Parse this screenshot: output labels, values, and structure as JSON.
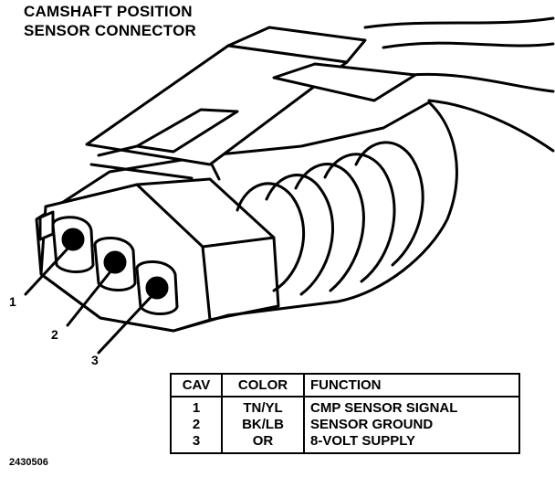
{
  "title": {
    "line1": "CAMSHAFT POSITION",
    "line2": "SENSOR CONNECTOR"
  },
  "callouts": [
    "1",
    "2",
    "3"
  ],
  "figure_id": "2430506",
  "table": {
    "headers": {
      "cav": "CAV",
      "color": "COLOR",
      "function": "FUNCTION"
    },
    "rows": [
      {
        "cav": "1",
        "color": "TN/YL",
        "function": "CMP SENSOR SIGNAL"
      },
      {
        "cav": "2",
        "color": "BK/LB",
        "function": "SENSOR GROUND"
      },
      {
        "cav": "3",
        "color": "OR",
        "function": "8-VOLT SUPPLY"
      }
    ]
  }
}
